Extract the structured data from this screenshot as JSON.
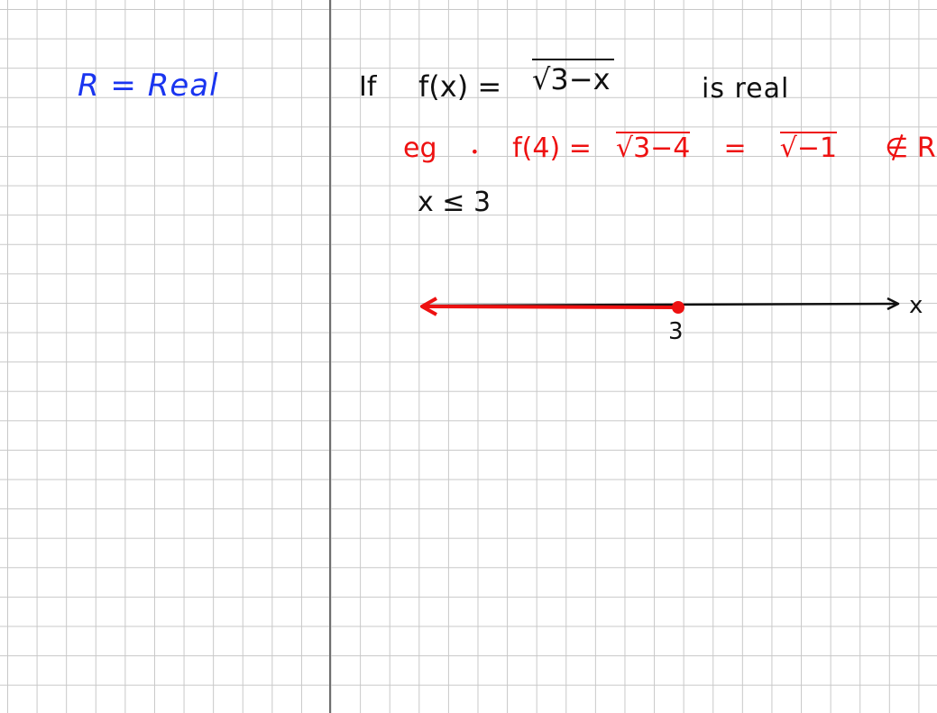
{
  "notes": {
    "left_panel": {
      "definition": "R = Real"
    },
    "right_panel": {
      "line1": {
        "if_word": "If",
        "lhs": "f(x) =",
        "radical": "√3−x",
        "tail": "is real"
      },
      "line2": {
        "eg": "eg",
        "bullet": "•",
        "f4": "f(4) =",
        "rad1": "√3−4",
        "eq": "=",
        "rad2": "√−1",
        "notin": "∉ R"
      },
      "line3": {
        "inequality": "x ≤ 3"
      },
      "number_line": {
        "point_label": "3",
        "axis_label": "x"
      }
    },
    "colors": {
      "blue_ink": "#1a35f0",
      "black_ink": "#111111",
      "red_ink": "#ee1111",
      "grid": "#c8c8c8",
      "divider": "#6e6e6e"
    }
  }
}
